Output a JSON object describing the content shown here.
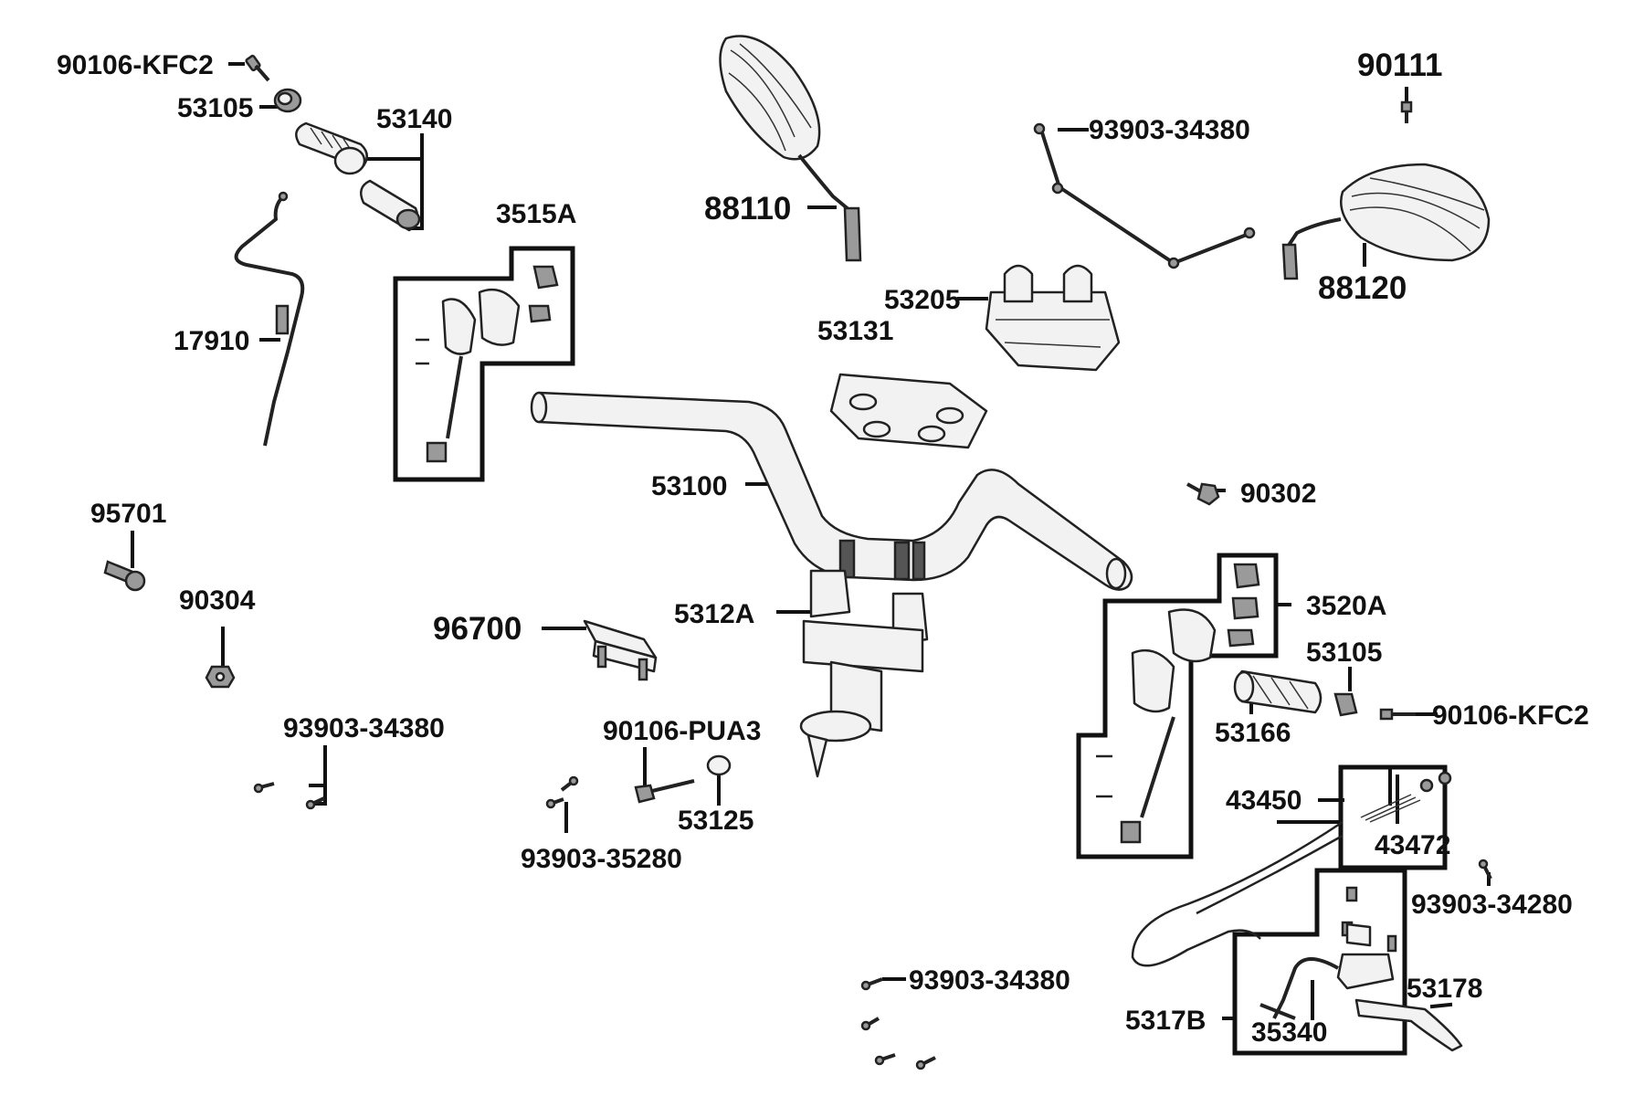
{
  "parts": {
    "p_90106_kfc2_a": "90106-KFC2",
    "p_53105_a": "53105",
    "p_53140": "53140",
    "p_88110": "88110",
    "p_93903_34380_a": "93903-34380",
    "p_90111": "90111",
    "p_3515a": "3515A",
    "p_88120": "88120",
    "p_53205": "53205",
    "p_17910": "17910",
    "p_53131": "53131",
    "p_53100": "53100",
    "p_90302": "90302",
    "p_95701": "95701",
    "p_3520a": "3520A",
    "p_90304": "90304",
    "p_5312a": "5312A",
    "p_96700": "96700",
    "p_53105_b": "53105",
    "p_90106_kfc2_b": "90106-KFC2",
    "p_53166": "53166",
    "p_93903_34380_b": "93903-34380",
    "p_90106_pua3": "90106-PUA3",
    "p_43450": "43450",
    "p_53125": "53125",
    "p_43472": "43472",
    "p_93903_35280": "93903-35280",
    "p_93903_34280": "93903-34280",
    "p_93903_34380_c": "93903-34380",
    "p_53178": "53178",
    "p_5317b": "5317B",
    "p_35340": "35340"
  }
}
